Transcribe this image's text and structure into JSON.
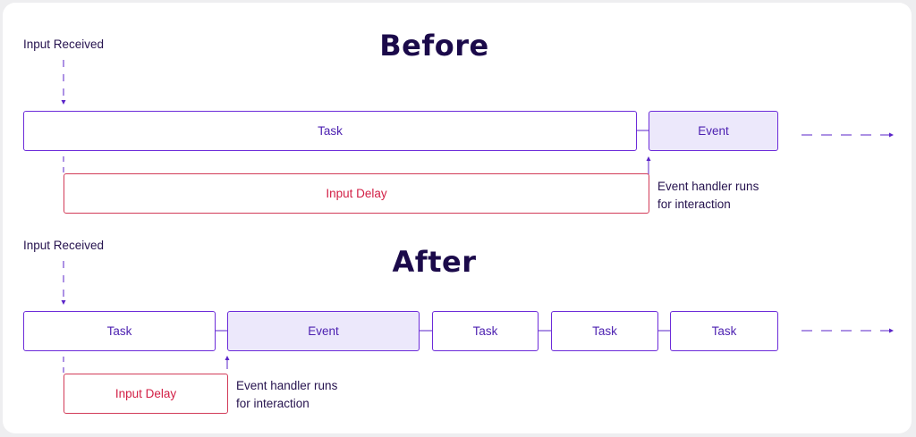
{
  "before": {
    "title": "Before",
    "input_label": "Input Received",
    "task_label": "Task",
    "event_label": "Event",
    "delay_label": "Input Delay",
    "note_line1": "Event handler runs",
    "note_line2": "for interaction"
  },
  "after": {
    "title": "After",
    "input_label": "Input Received",
    "tasks": [
      "Task",
      "Task",
      "Task",
      "Task"
    ],
    "event_label": "Event",
    "delay_label": "Input Delay",
    "note_line1": "Event handler runs",
    "note_line2": "for interaction"
  },
  "colors": {
    "accent": "#6c2bd9",
    "event_fill": "#ece8fb",
    "delay": "#d21f45",
    "title": "#1b0a4a"
  }
}
